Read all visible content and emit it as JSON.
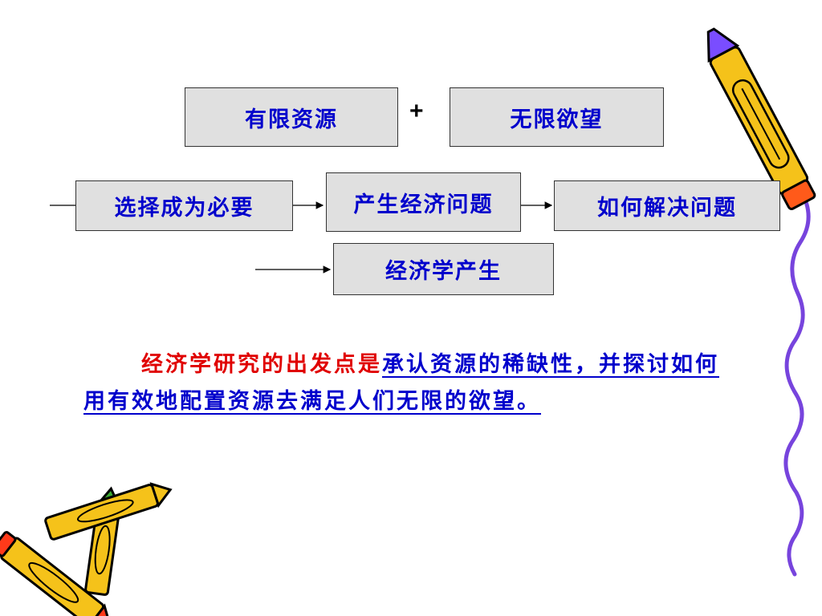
{
  "diagram": {
    "box_limited_resources": "有限资源",
    "plus_sign": "+",
    "box_unlimited_wants": "无限欲望",
    "box_choice_necessary": "选择成为必要",
    "box_economic_problem": "产生经济问题",
    "box_solve_problem": "如何解决问题",
    "box_economics_born": "经济学产生"
  },
  "paragraph": {
    "lead_red": "经济学研究的出发点是",
    "body_blue": "承认资源的稀缺性，并探讨如何用有效地配置资源去满足人们无限的欲望。"
  },
  "colors": {
    "box_text": "#0000cc",
    "box_fill": "#e0e0e0",
    "red_text": "#e00000",
    "wavy_line": "#7744dd"
  },
  "icons": [
    "pencil-icon",
    "crossed-pencils-icon",
    "wavy-line-decoration"
  ]
}
